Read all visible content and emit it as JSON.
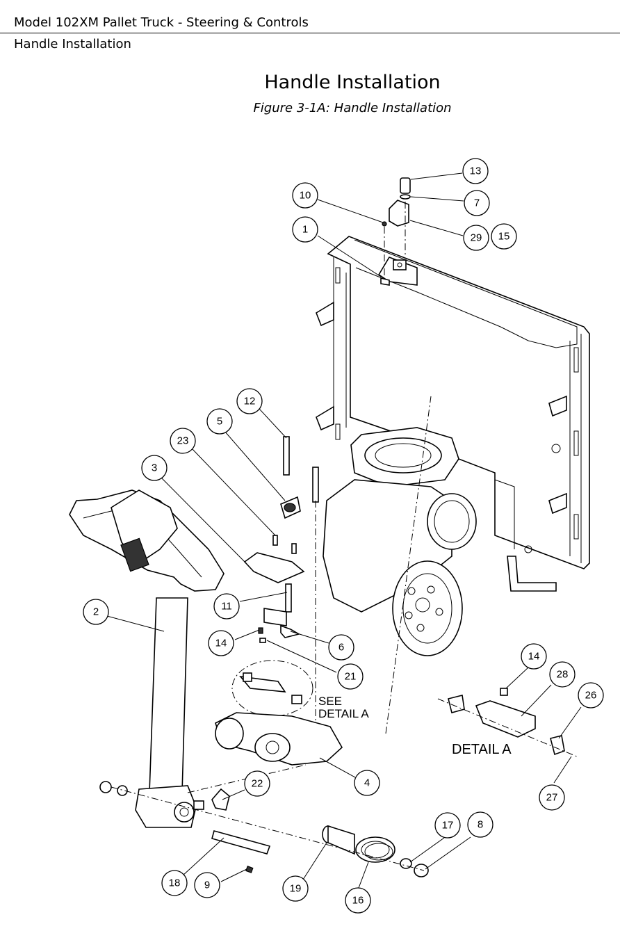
{
  "header": {
    "doc_title": "Model 102XM Pallet Truck - Steering & Controls",
    "section": "Handle Installation"
  },
  "figure": {
    "title": "Handle Installation",
    "caption": "Figure 3-1A: Handle Installation"
  },
  "callouts": [
    "13",
    "7",
    "10",
    "29",
    "15",
    "1",
    "12",
    "5",
    "23",
    "3",
    "11",
    "2",
    "14",
    "6",
    "21",
    "4",
    "22",
    "18",
    "9",
    "19",
    "16",
    "17",
    "8",
    "14",
    "28",
    "26",
    "27"
  ],
  "labels": {
    "see_detail_line1": "SEE",
    "see_detail_line2": "DETAIL A",
    "detail_a": "DETAIL A"
  }
}
